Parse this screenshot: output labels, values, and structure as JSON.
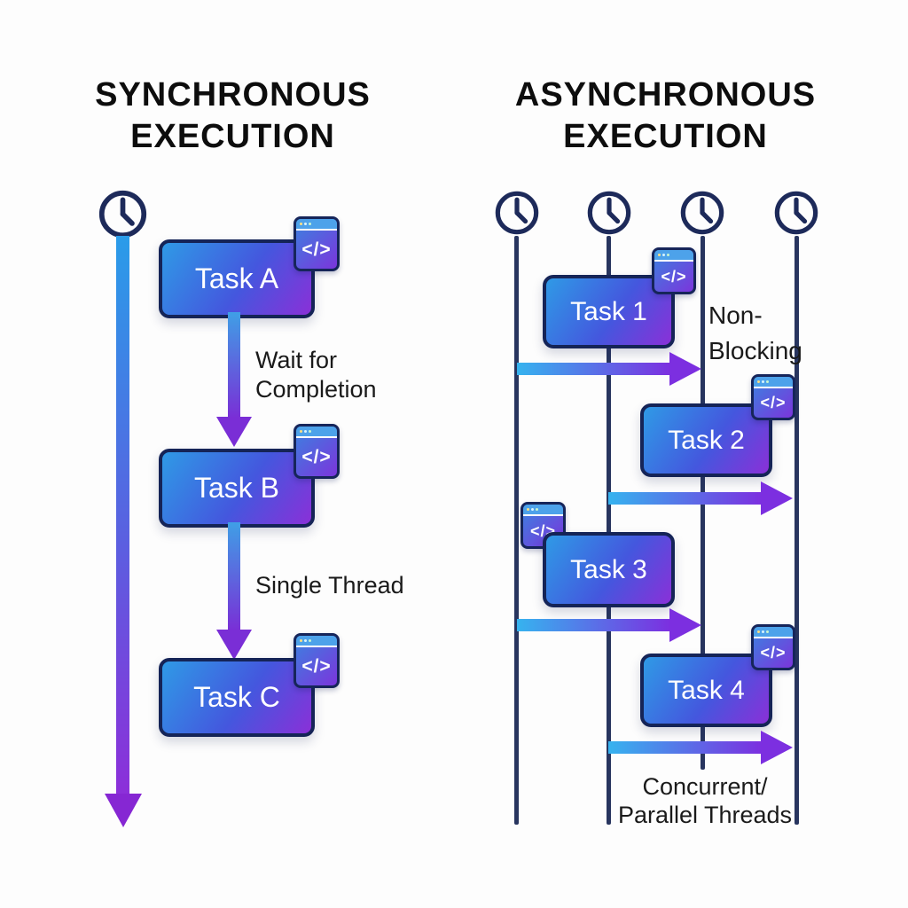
{
  "left_panel": {
    "title_line1": "SYNCHRONOUS",
    "title_line2": "EXECUTION",
    "tasks": [
      {
        "label": "Task A"
      },
      {
        "label": "Task B"
      },
      {
        "label": "Task C"
      }
    ],
    "wait_label_line1": "Wait for",
    "wait_label_line2": "Completion",
    "single_thread_label": "Single Thread"
  },
  "right_panel": {
    "title_line1": "ASYNCHRONOUS",
    "title_line2": "EXECUTION",
    "tasks": [
      {
        "label": "Task 1"
      },
      {
        "label": "Task 2"
      },
      {
        "label": "Task 3"
      },
      {
        "label": "Task 4"
      }
    ],
    "non_blocking_line1": "Non-",
    "non_blocking_line2": "Blocking",
    "concurrent_line1": "Concurrent/",
    "concurrent_line2": "Parallel Threads"
  },
  "icons": {
    "code_glyph": "</>"
  },
  "colors": {
    "box_gradient_start": "#2f9ae6",
    "box_gradient_end": "#8a30d8",
    "box_border_navy": "#152457",
    "thread_line_navy": "#28355f",
    "arrow_cyan": "#36b3ef",
    "arrow_purple": "#7c2fe0",
    "timeline_blue": "#2a9ce9",
    "timeline_purple": "#8c2fd9",
    "title_text": "#0d0d0d",
    "label_text": "#1a1a1a",
    "task_text": "#ffffff"
  }
}
